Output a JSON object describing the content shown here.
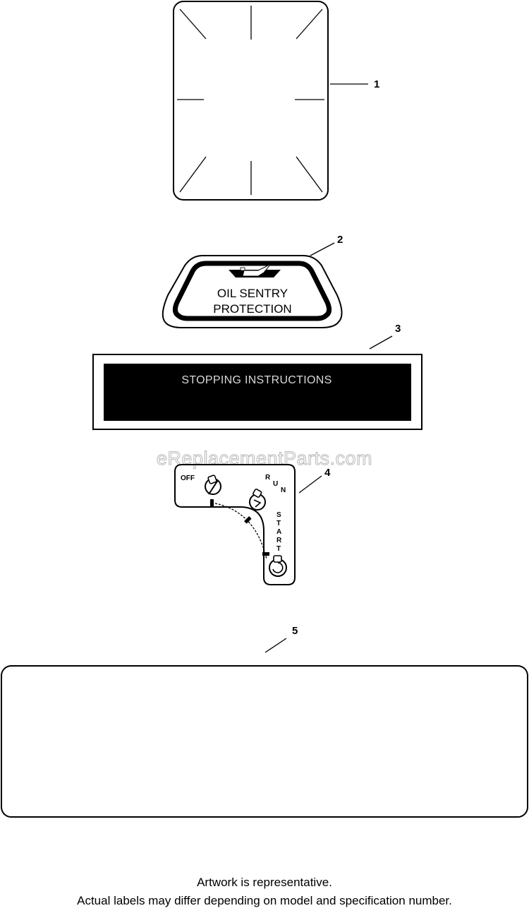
{
  "diagram": {
    "callouts": [
      "1",
      "2",
      "3",
      "4",
      "5"
    ],
    "labels": {
      "oil_sentry_line1": "OIL SENTRY",
      "oil_sentry_line2": "PROTECTION",
      "stopping_instructions": "STOPPING INSTRUCTIONS",
      "switch_off": "OFF",
      "switch_run": [
        "R",
        "U",
        "N"
      ],
      "switch_start": [
        "S",
        "T",
        "A",
        "R",
        "T"
      ]
    },
    "watermark": "eReplacementParts.com",
    "icons": [
      "oil-can-icon",
      "off-position-icon",
      "run-position-icon",
      "start-position-icon"
    ]
  },
  "footer": {
    "line1": "Artwork is representative.",
    "line2": "Actual labels may differ depending on model and specification number."
  },
  "colors": {
    "ink": "#000000",
    "background": "#ffffff",
    "panel_fill": "#000000",
    "panel_text": "#d9d9d9"
  }
}
